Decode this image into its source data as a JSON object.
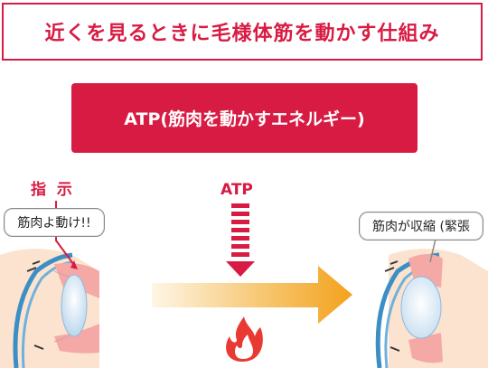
{
  "header": {
    "title": "近くを見るときに毛様体筋を動かす仕組み"
  },
  "banner": {
    "text": "ATP(筋肉を動かすエネルギー)"
  },
  "left": {
    "instruction_label": "指 示",
    "bubble_text": "筋肉よ動け!!"
  },
  "center": {
    "atp_label": "ATP"
  },
  "right": {
    "bubble_text": "筋肉が収縮 (緊張"
  },
  "colors": {
    "accent": "#d81b43",
    "arrow_start": "#fdf3dc",
    "arrow_end": "#f3a21c",
    "flame": "#e83a32",
    "lens": "#cfe3f4",
    "eyeball": "#3c8fc4",
    "muscle": "#f4a9a7",
    "skin": "#fbe3cf"
  },
  "icons": [
    "flame-icon",
    "down-arrow-icon",
    "right-arrow-icon",
    "eye-illustration"
  ]
}
